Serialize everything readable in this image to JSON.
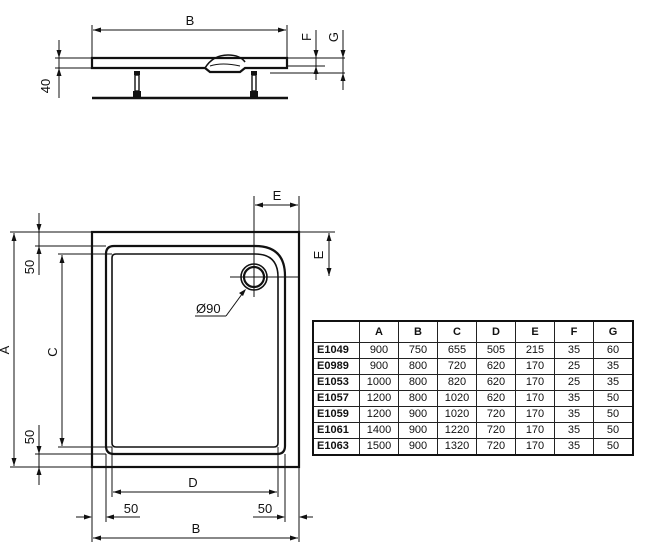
{
  "side_view": {
    "labels": {
      "B": "B",
      "F": "F",
      "G": "G",
      "height_40": "40"
    }
  },
  "plan_view": {
    "labels": {
      "A": "A",
      "B": "B",
      "C": "C",
      "D": "D",
      "E_top": "E",
      "E_side": "E",
      "drain": "Ø90",
      "margin_top": "50",
      "margin_bottom": "50",
      "margin_left": "50",
      "margin_right": "50"
    }
  },
  "table": {
    "columns": [
      "",
      "A",
      "B",
      "C",
      "D",
      "E",
      "F",
      "G"
    ],
    "rows": [
      {
        "model": "E1049",
        "A": "900",
        "B": "750",
        "C": "655",
        "D": "505",
        "E": "215",
        "F": "35",
        "G": "60"
      },
      {
        "model": "E0989",
        "A": "900",
        "B": "800",
        "C": "720",
        "D": "620",
        "E": "170",
        "F": "25",
        "G": "35"
      },
      {
        "model": "E1053",
        "A": "1000",
        "B": "800",
        "C": "820",
        "D": "620",
        "E": "170",
        "F": "25",
        "G": "35"
      },
      {
        "model": "E1057",
        "A": "1200",
        "B": "800",
        "C": "1020",
        "D": "620",
        "E": "170",
        "F": "35",
        "G": "50"
      },
      {
        "model": "E1059",
        "A": "1200",
        "B": "900",
        "C": "1020",
        "D": "720",
        "E": "170",
        "F": "35",
        "G": "50"
      },
      {
        "model": "E1061",
        "A": "1400",
        "B": "900",
        "C": "1220",
        "D": "720",
        "E": "170",
        "F": "35",
        "G": "50"
      },
      {
        "model": "E1063",
        "A": "1500",
        "B": "900",
        "C": "1320",
        "D": "720",
        "E": "170",
        "F": "35",
        "G": "50"
      }
    ]
  }
}
